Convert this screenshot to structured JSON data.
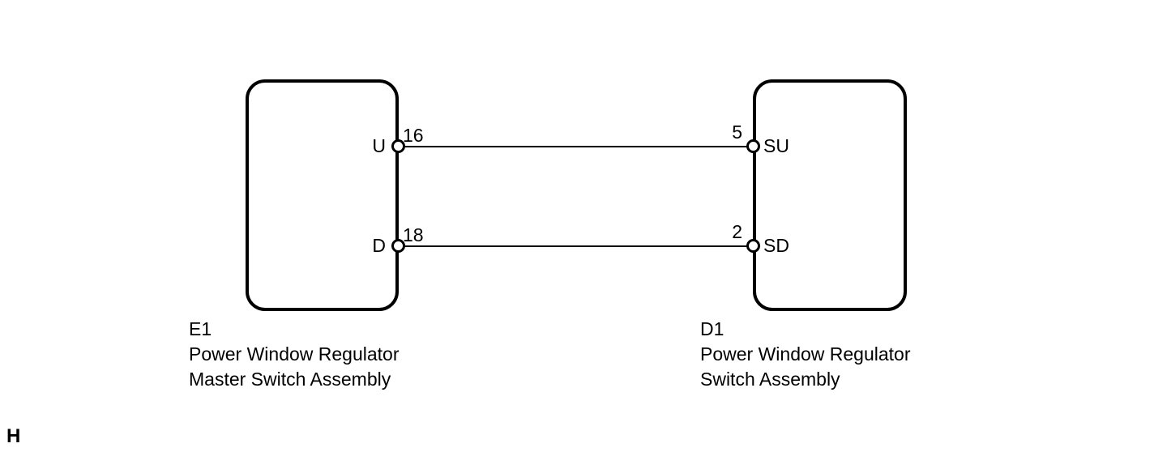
{
  "diagram": {
    "type": "wiring-diagram",
    "page_marker": "H",
    "colors": {
      "line": "#000000",
      "background": "#ffffff"
    },
    "left_component": {
      "code": "E1",
      "name_line1": "Power Window Regulator",
      "name_line2": "Master Switch Assembly",
      "terminals": [
        {
          "label": "U",
          "pin": "16"
        },
        {
          "label": "D",
          "pin": "18"
        }
      ]
    },
    "right_component": {
      "code": "D1",
      "name_line1": "Power Window Regulator",
      "name_line2": "Switch Assembly",
      "terminals": [
        {
          "label": "SU",
          "pin": "5"
        },
        {
          "label": "SD",
          "pin": "2"
        }
      ]
    },
    "connections": [
      {
        "from_component": "E1",
        "from_terminal": "U",
        "from_pin": "16",
        "to_component": "D1",
        "to_terminal": "SU",
        "to_pin": "5"
      },
      {
        "from_component": "E1",
        "from_terminal": "D",
        "from_pin": "18",
        "to_component": "D1",
        "to_terminal": "SD",
        "to_pin": "2"
      }
    ]
  }
}
